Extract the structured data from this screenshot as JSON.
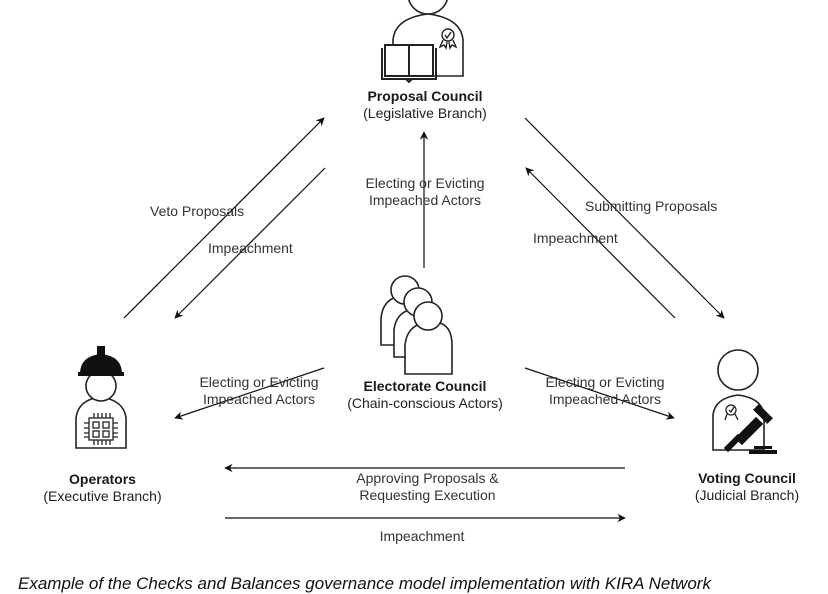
{
  "nodes": {
    "proposal": {
      "title": "Proposal Council",
      "subtitle": "(Legislative Branch)",
      "icon": "person-with-book-and-badge"
    },
    "electorate": {
      "title": "Electorate Council",
      "subtitle": "(Chain-conscious Actors)",
      "icon": "group-of-people"
    },
    "operators": {
      "title": "Operators",
      "subtitle": "(Executive Branch)",
      "icon": "person-with-hardhat-and-chip"
    },
    "voting": {
      "title": "Voting Council",
      "subtitle": "(Judicial Branch)",
      "icon": "person-with-gavel-and-badge"
    }
  },
  "edges": {
    "veto": {
      "label": "Veto Proposals"
    },
    "impeach_left": {
      "label": "Impeachment"
    },
    "submit": {
      "label": "Submitting Proposals"
    },
    "impeach_right": {
      "label": "Impeachment"
    },
    "elect_up": {
      "line1": "Electing or Evicting",
      "line2": "Impeached Actors"
    },
    "elect_left": {
      "line1": "Electing or Evicting",
      "line2": "Impeached Actors"
    },
    "elect_right": {
      "line1": "Electing or Evicting",
      "line2": "Impeached Actors"
    },
    "approve": {
      "line1": "Approving Proposals &",
      "line2": "Requesting Execution"
    },
    "impeach_bottom": {
      "label": "Impeachment"
    }
  },
  "caption": "Example of the Checks and Balances governance model implementation with KIRA Network"
}
